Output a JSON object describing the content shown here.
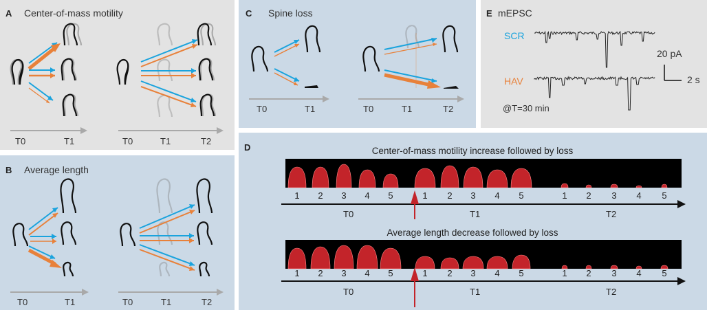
{
  "colors": {
    "blue": "#1aa3dd",
    "orange": "#e8813a",
    "axis_gray": "#a9a9a9",
    "panel_gray": "#e3e3e3",
    "panel_blue": "#cbd9e6",
    "spine_red": "#c3242a"
  },
  "panel_a": {
    "letter": "A",
    "title": "Center-of-mass motility",
    "left_axis": [
      "T0",
      "T1"
    ],
    "right_axis": [
      "T0",
      "T1",
      "T2"
    ]
  },
  "panel_b": {
    "letter": "B",
    "title": "Average length",
    "left_axis": [
      "T0",
      "T1"
    ],
    "right_axis": [
      "T0",
      "T1",
      "T2"
    ]
  },
  "panel_c": {
    "letter": "C",
    "title": "Spine loss",
    "left_axis": [
      "T0",
      "T1"
    ],
    "right_axis": [
      "T0",
      "T1",
      "T2"
    ]
  },
  "panel_d": {
    "letter": "D",
    "top_title": "Center-of-mass motility increase followed by loss",
    "bottom_title": "Average length decrease followed by loss",
    "numbers": [
      "1",
      "2",
      "3",
      "4",
      "5"
    ],
    "groups": [
      "T0",
      "T1",
      "T2"
    ]
  },
  "panel_e": {
    "letter": "E",
    "title": "mEPSC",
    "trace1_label": "SCR",
    "trace2_label": "HAV",
    "scale_y": "20 pA",
    "scale_x": "2 s",
    "time_note": "@T=30 min"
  }
}
